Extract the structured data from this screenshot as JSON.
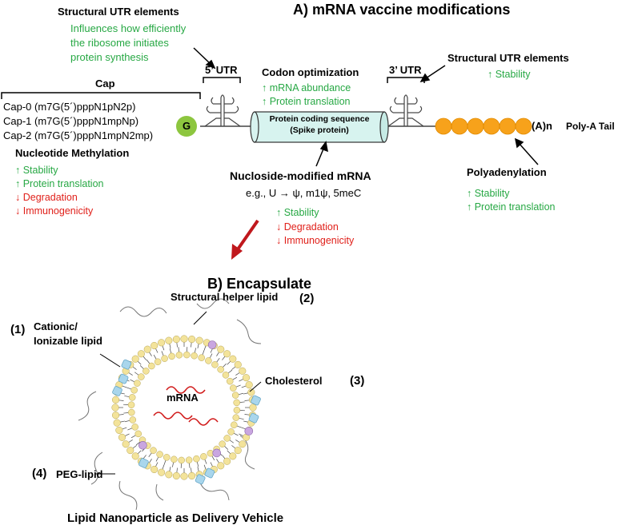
{
  "section_a": {
    "title": "A)  mRNA vaccine modifications",
    "utr5_label": "5’ UTR",
    "utr3_label": "3’ UTR",
    "structural_utr_left": {
      "title": "Structural UTR elements",
      "desc": [
        "Influences how efficiently",
        "the ribosome initiates",
        "protein synthesis"
      ]
    },
    "structural_utr_right": {
      "title": "Structural UTR elements",
      "effects": [
        "↑  Stability"
      ]
    },
    "codon": {
      "title": "Codon optimization",
      "effects": [
        "↑  mRNA abundance",
        "↑  Protein translation"
      ]
    },
    "cap": {
      "title": "Cap",
      "items": [
        "Cap-0 (m7G(5´)pppN1pN2p)",
        "Cap-1 (m7G(5´)pppN1mpNp)",
        "Cap-2 (m7G(5´)pppN1mpN2mp)"
      ],
      "g_label": "G"
    },
    "methylation": {
      "title": "Nucleotide Methylation",
      "up": [
        "↑  Stability",
        "↑  Protein translation"
      ],
      "down": [
        "↓  Degradation",
        "↓  Immunogenicity"
      ]
    },
    "coding_box": [
      "Protein coding sequence",
      "(Spike protein)"
    ],
    "nucleoside": {
      "title": "Nucloside-modified mRNA",
      "example": "e.g., U → ψ, m1ψ, 5meC",
      "up": [
        "↑  Stability"
      ],
      "down": [
        "↓  Degradation",
        "↓  Immunogenicity"
      ]
    },
    "polya": {
      "an_label": "(A)n",
      "tail_label": "Poly-A Tail",
      "title": "Polyadenylation",
      "effects": [
        "↑  Stability",
        "↑  Protein translation"
      ]
    }
  },
  "section_b": {
    "title": "B) Encapsulate",
    "labels": {
      "structural": "Structural helper lipid",
      "structural_num": "(2)",
      "cationic_num": "(1)",
      "cationic": [
        "Cationic/",
        "Ionizable lipid"
      ],
      "cholesterol": "Cholesterol",
      "cholesterol_num": "(3)",
      "mrna": "mRNA",
      "peg_num": "(4)",
      "peg": "PEG-lipid"
    },
    "caption": "Lipid Nanoparticle as Delivery Vehicle"
  },
  "colors": {
    "green": "#27a844",
    "red": "#e0201a",
    "cap_g": "#8dc63f",
    "coding_box": "#d7f3ef",
    "polya_bead": "#f7a21b",
    "lipid_head": "#f3e39a",
    "helper": "#c9a6e0",
    "cholesterol": "#a9d6ec",
    "arrow": "#c0181d"
  }
}
